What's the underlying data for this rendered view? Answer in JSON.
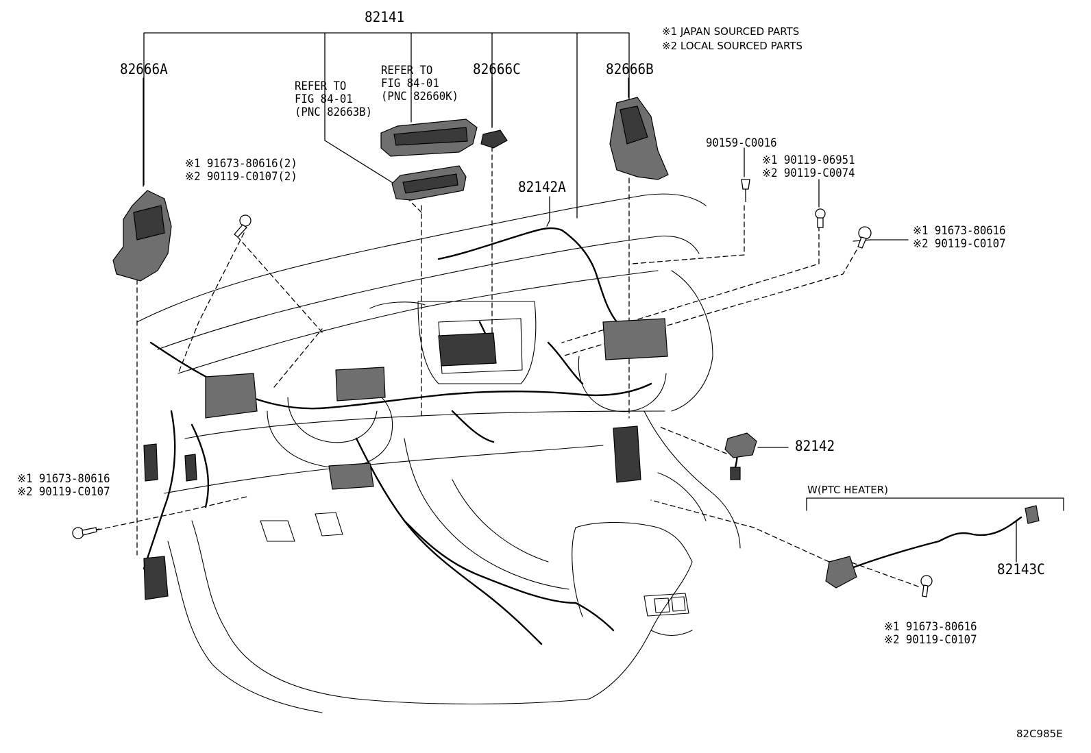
{
  "notes": {
    "note1": "※1 JAPAN SOURCED PARTS",
    "note2": "※2 LOCAL SOURCED PARTS"
  },
  "labels": {
    "main_harness": "82141",
    "bracket_a": "82666A",
    "bracket_b": "82666B",
    "bracket_c": "82666C",
    "sub_harness_a": "82142A",
    "sub_harness": "82142",
    "ptc_harness": "82143C",
    "clip": "90159-C0016",
    "ptc_heater_bracket": "W(PTC HEATER)",
    "drawing_code": "82C985E"
  },
  "refer_b": {
    "line1": "REFER TO",
    "line2": "FIG 84-01",
    "line3": "(PNC 82663B)"
  },
  "refer_k": {
    "line1": "REFER TO",
    "line2": "FIG 84-01",
    "line3": "(PNC 82660K)"
  },
  "bolt_groups": {
    "upper_left": {
      "l1": "※1 91673-80616(2)",
      "l2": "※2 90119-C0107(2)"
    },
    "upper_right": {
      "l1": "※1 90119-06951",
      "l2": "※2 90119-C0074"
    },
    "right": {
      "l1": "※1 91673-80616",
      "l2": "※2 90119-C0107"
    },
    "left": {
      "l1": "※1 91673-80616",
      "l2": "※2 90119-C0107"
    },
    "bottom_right": {
      "l1": "※1 91673-80616",
      "l2": "※2 90119-C0107"
    }
  },
  "colors": {
    "ink": "#000000",
    "part_fill": "#6f6f6f",
    "part_dark": "#3a3a3a",
    "paper": "#ffffff"
  }
}
